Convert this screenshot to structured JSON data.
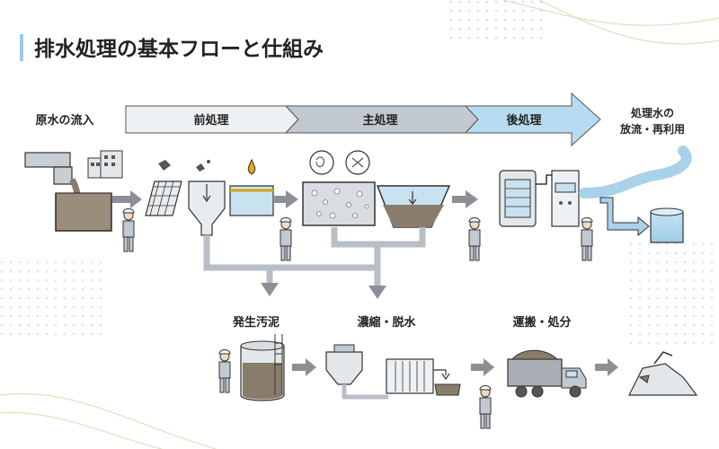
{
  "title": "排水処理の基本フローと仕組み",
  "labels": {
    "raw_inflow": "原水の流入",
    "pre_treatment": "前処理",
    "main_treatment": "主処理",
    "post_treatment": "後処理",
    "discharge_line1": "処理水の",
    "discharge_line2": "放流・再利用",
    "sludge": "発生汚泥",
    "thickening": "濃縮・脱水",
    "disposal": "運搬・処分"
  },
  "colors": {
    "accent_bar": "#9ccbe6",
    "banner_light": "#eef1f4",
    "banner_mid": "#c3c9d0",
    "banner_blue": "#b7dcf1",
    "pipe": "#b9bec4",
    "water": "#a9d2ea",
    "sludge": "#8a7c6a",
    "outline": "#333333"
  }
}
